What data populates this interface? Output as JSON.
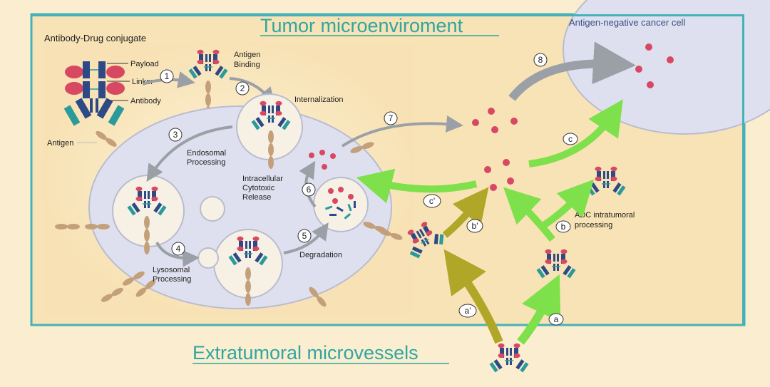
{
  "titles": {
    "tumor": "Tumor microenviroment",
    "extratumoral": "Extratumoral microvessels",
    "adc": "Antibody-Drug conjugate",
    "negative_cell": "Antigen-negative cancer cell"
  },
  "adc_parts": {
    "payload": "Payload",
    "linker": "Linker",
    "antibody": "Antibody",
    "antigen": "Antigen"
  },
  "steps": {
    "s1": "1",
    "s2": "2",
    "s3": "3",
    "s4": "4",
    "s5": "5",
    "s6": "6",
    "s7": "7",
    "s8": "8",
    "a": "a",
    "a_prime": "a'",
    "b": "b",
    "b_prime": "b'",
    "c": "c",
    "c_prime": "c'"
  },
  "labels": {
    "antigen_binding_1": "Antigen",
    "antigen_binding_2": "Binding",
    "internalization": "Internalization",
    "endosomal_1": "Endosomal",
    "endosomal_2": "Processing",
    "lysosomal_1": "Lysosomal",
    "lysosomal_2": "Processing",
    "degradation": "Degradation",
    "release_1": "Intracellular",
    "release_2": "Cytotoxic",
    "release_3": "Release",
    "intratumoral_1": "ADC intratumoral",
    "intratumoral_2": "processing"
  },
  "colors": {
    "background": "#fbeed0",
    "tumor_border": "#45b2b8",
    "cell_fill": "#dfe0ef",
    "payload": "#d84862",
    "antibody_dark": "#2e4a86",
    "antibody_teal": "#2a9a9a",
    "antigen": "#c4a07a",
    "arrow_gray": "#9aa0a6",
    "arrow_green": "#7ee04a",
    "arrow_olive": "#b0a628",
    "title_teal": "#2fa6a0"
  }
}
